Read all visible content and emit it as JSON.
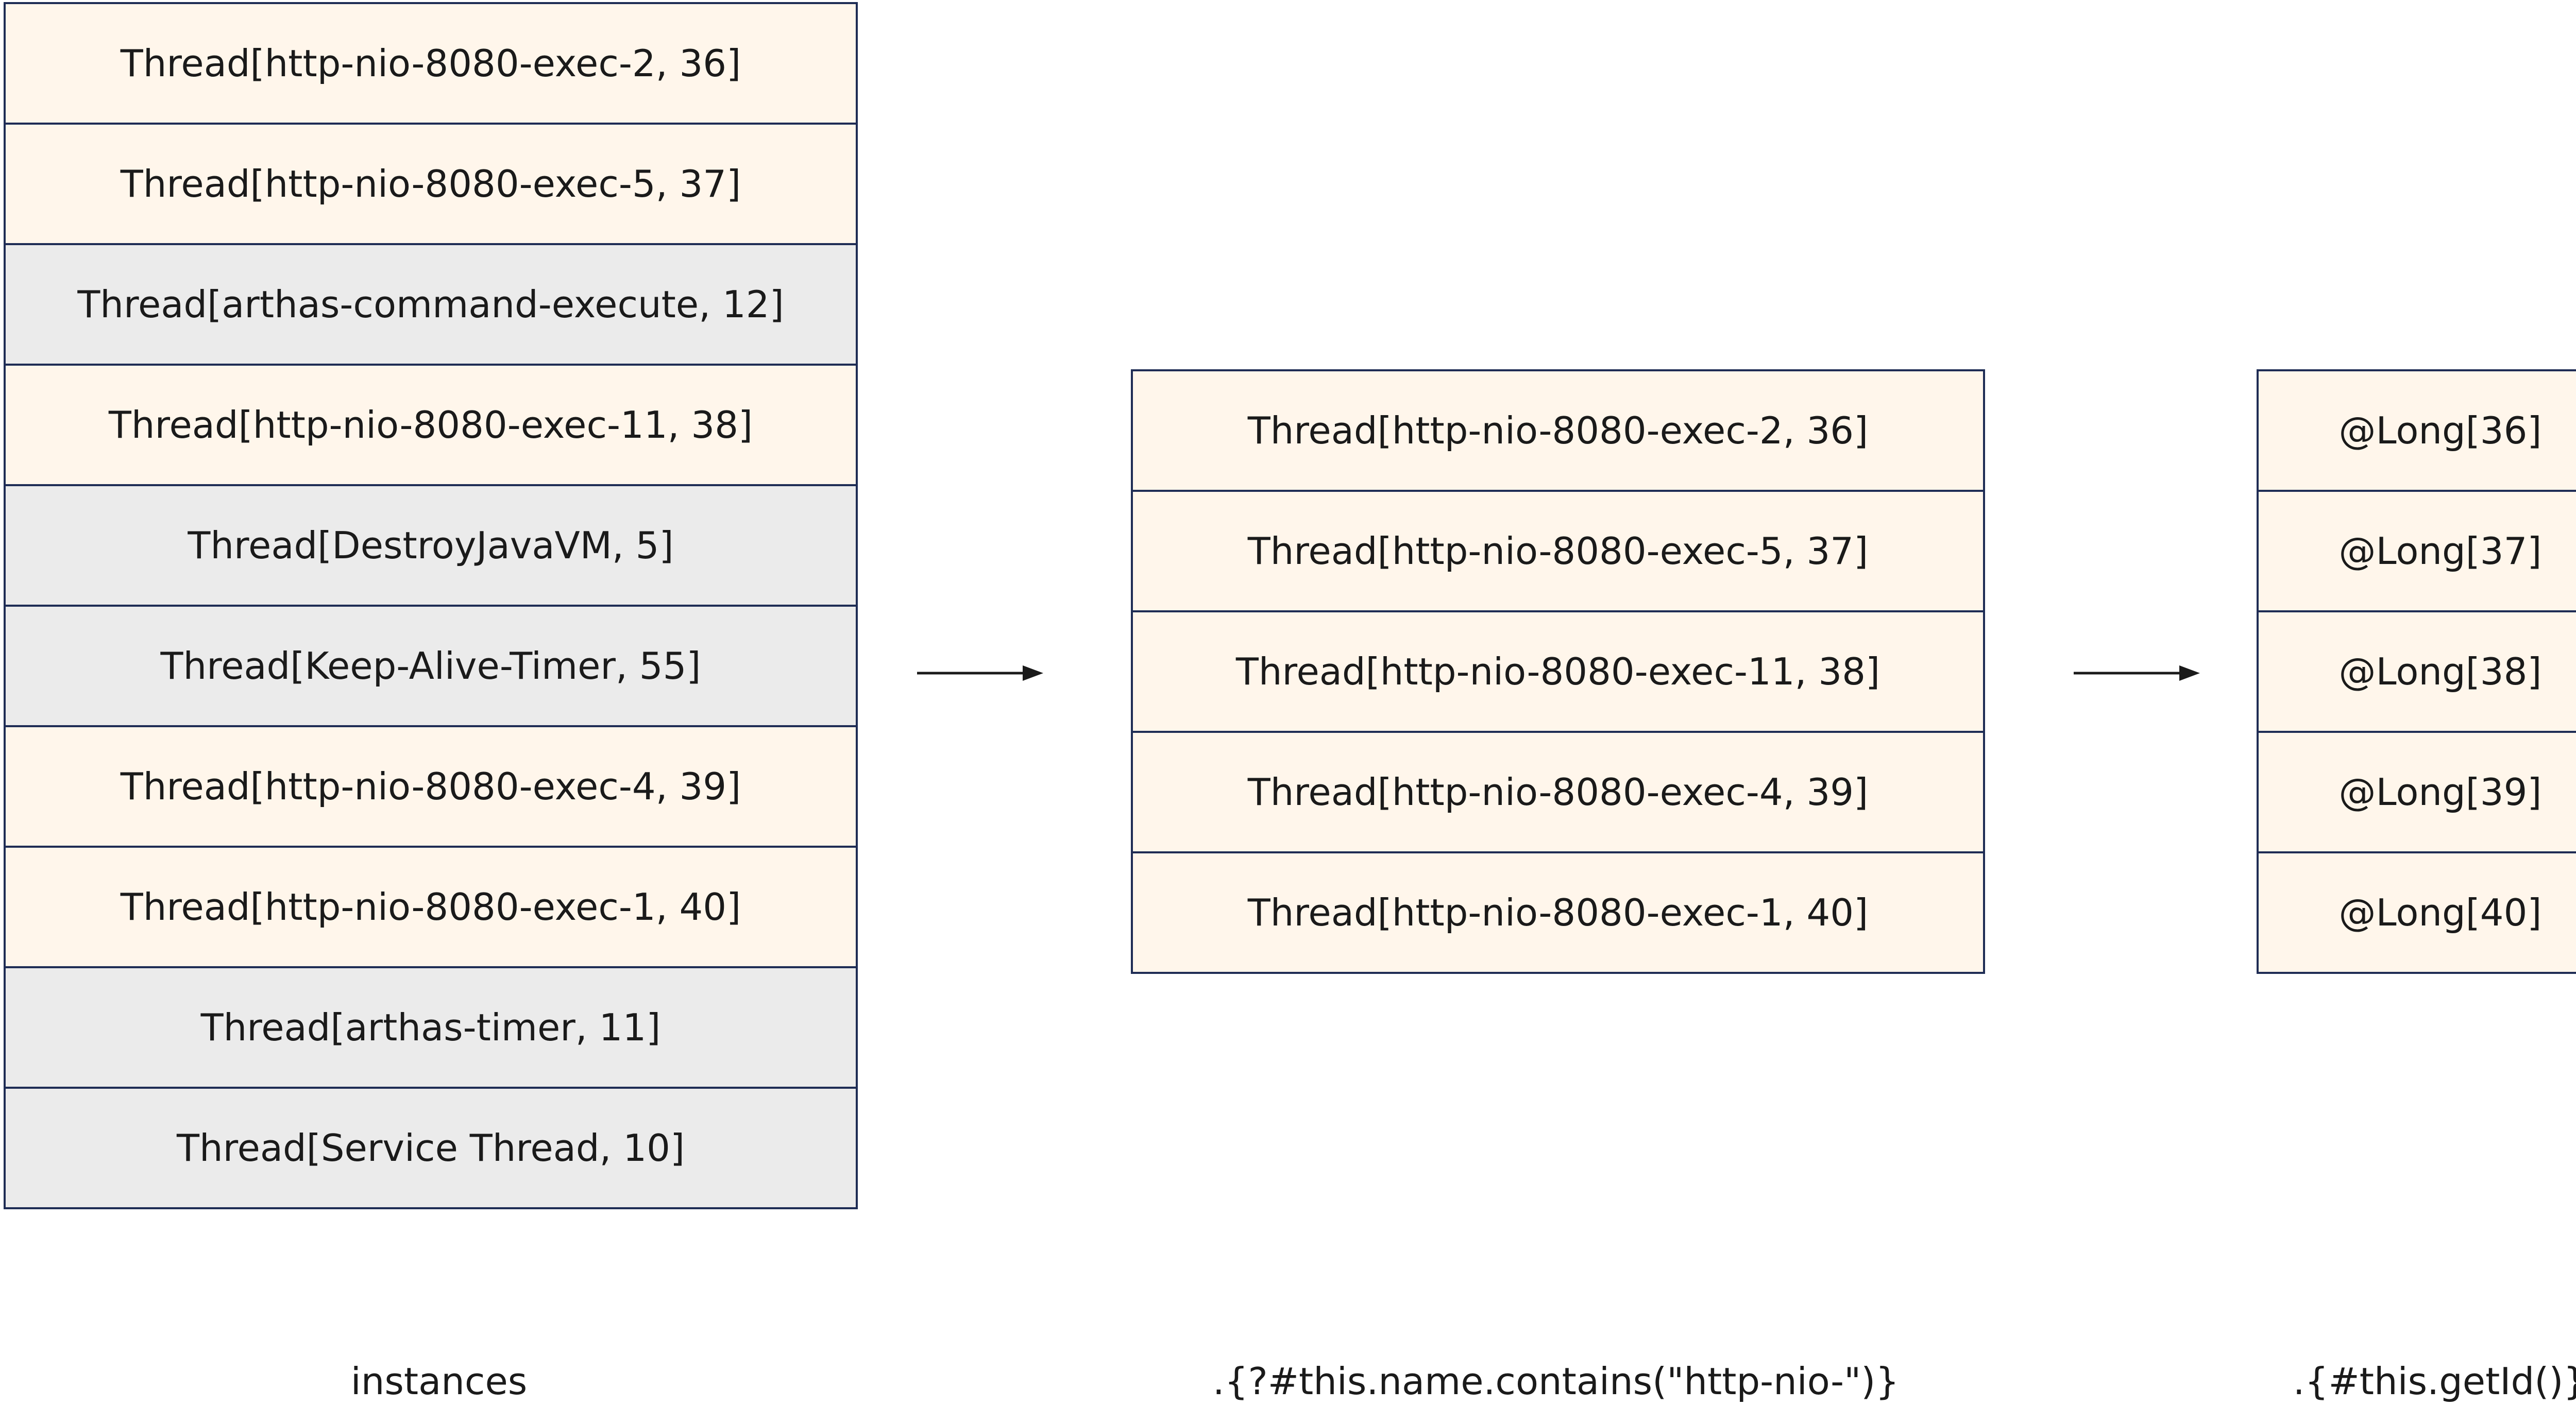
{
  "instances": [
    {
      "label": "Thread[http-nio-8080-exec-2, 36]",
      "kind": "http"
    },
    {
      "label": "Thread[http-nio-8080-exec-5, 37]",
      "kind": "http"
    },
    {
      "label": "Thread[arthas-command-execute, 12]",
      "kind": "other"
    },
    {
      "label": "Thread[http-nio-8080-exec-11, 38]",
      "kind": "http"
    },
    {
      "label": "Thread[DestroyJavaVM, 5]",
      "kind": "other"
    },
    {
      "label": "Thread[Keep-Alive-Timer, 55]",
      "kind": "other"
    },
    {
      "label": "Thread[http-nio-8080-exec-4, 39]",
      "kind": "http"
    },
    {
      "label": "Thread[http-nio-8080-exec-1, 40]",
      "kind": "http"
    },
    {
      "label": "Thread[arthas-timer, 11]",
      "kind": "other"
    },
    {
      "label": "Thread[Service Thread, 10]",
      "kind": "other"
    }
  ],
  "filtered": [
    "Thread[http-nio-8080-exec-2, 36]",
    "Thread[http-nio-8080-exec-5, 37]",
    "Thread[http-nio-8080-exec-11, 38]",
    "Thread[http-nio-8080-exec-4, 39]",
    "Thread[http-nio-8080-exec-1, 40]"
  ],
  "ids": [
    "@Long[36]",
    "@Long[37]",
    "@Long[38]",
    "@Long[39]",
    "@Long[40]"
  ],
  "captions": {
    "instances": "instances",
    "filter": ".{?#this.name.contains(\"http-nio-\")}",
    "projection": ".{#this.getId()}"
  },
  "colors": {
    "http_fill": "#fff6eb",
    "other_fill": "#ebebeb",
    "border": "#1f2d55",
    "arrow": "#1a1a1a"
  },
  "icons": {
    "transform_arrow": "arrow-right-icon"
  }
}
